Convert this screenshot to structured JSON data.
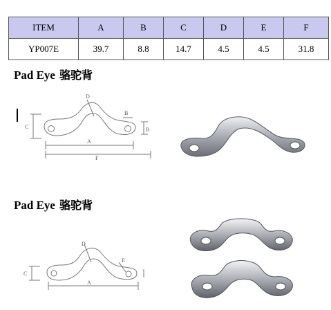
{
  "table": {
    "headers": [
      "ITEM",
      "A",
      "B",
      "C",
      "D",
      "E",
      "F"
    ],
    "rows": [
      [
        "YP007E",
        "39.7",
        "8.8",
        "14.7",
        "4.5",
        "4.5",
        "31.8"
      ]
    ]
  },
  "section1": {
    "title_en": "Pad Eye",
    "title_cn": "骆驼背"
  },
  "section2": {
    "title_en": "Pad Eye",
    "title_cn": "骆驼背"
  },
  "drawing1": {
    "labels": {
      "c": "C",
      "d": "D",
      "b1": "B",
      "b2": "B",
      "a": "A",
      "f": "F"
    }
  },
  "drawing2": {
    "labels": {
      "c": "C",
      "d": "D",
      "e": "E",
      "a": "A"
    }
  },
  "colors": {
    "header_bg": "#c9c8ee",
    "border": "#555555",
    "metal": "#b9bcc2"
  }
}
